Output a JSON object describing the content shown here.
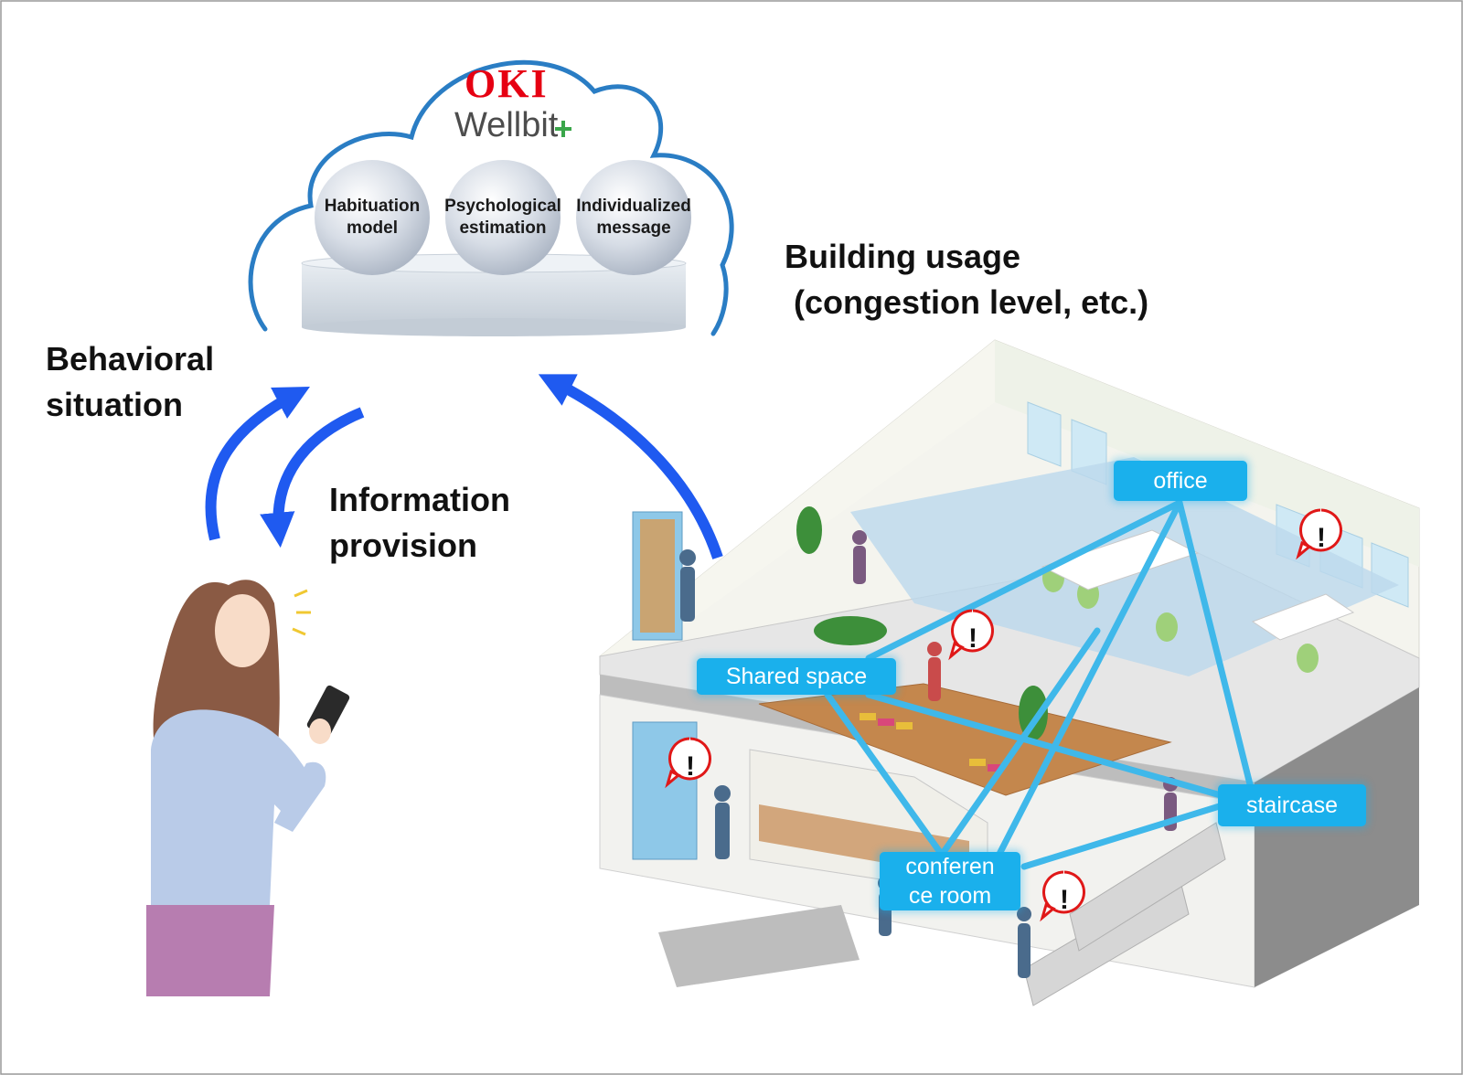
{
  "cloud": {
    "brand": "OKI",
    "product": "Wellbit",
    "modules": [
      {
        "line1": "Habituation",
        "line2": "model"
      },
      {
        "line1": "Psychological",
        "line2": "estimation"
      },
      {
        "line1": "Individualized",
        "line2": "message"
      }
    ]
  },
  "labels": {
    "building_usage": [
      "Building usage",
      " (congestion level, etc.)"
    ],
    "behavioral": [
      "Behavioral",
      "situation"
    ],
    "information": [
      "Information",
      "provision"
    ]
  },
  "locations": {
    "office": "office",
    "shared_space": "Shared space",
    "staircase": "staircase",
    "conference_room": [
      "conferen",
      "ce room"
    ]
  },
  "alert_symbol": "!",
  "colors": {
    "arrow": "#1f5af0",
    "tag": "#1ab0ec",
    "link": "#3fb8ea",
    "cloud_outline": "#2a7dc4",
    "brand_red": "#e60012",
    "alert": "#e01818"
  }
}
